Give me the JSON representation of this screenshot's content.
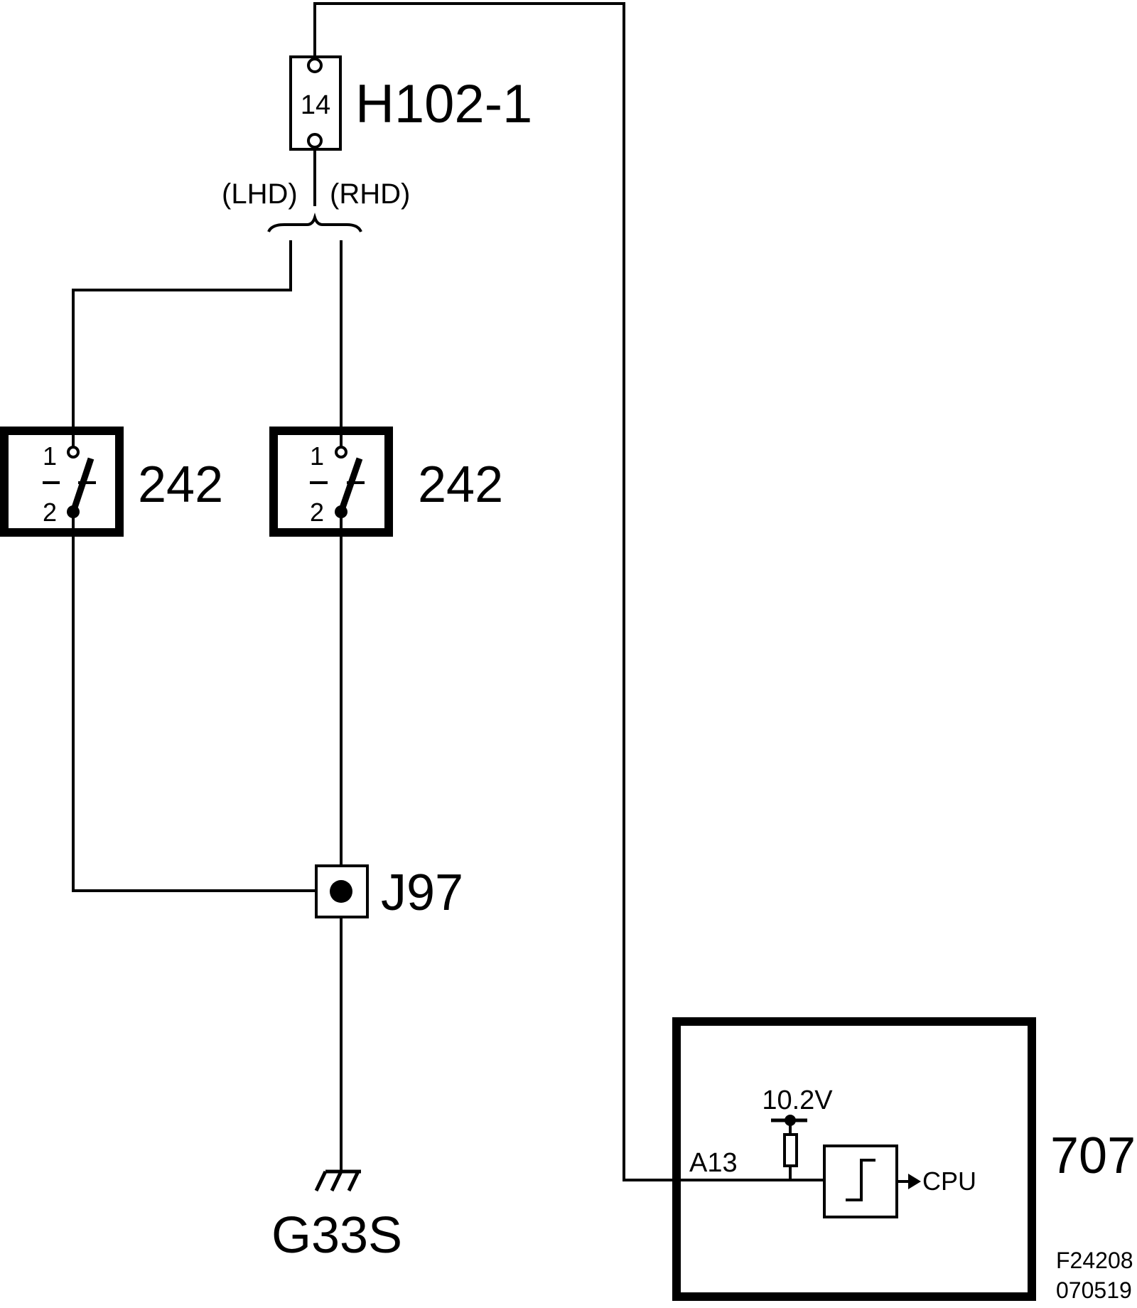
{
  "fuse": {
    "id": "H102-1",
    "number": "14"
  },
  "variants": {
    "lhd": "(LHD)",
    "rhd": "(RHD)"
  },
  "switches": [
    {
      "id": "242",
      "pin_top": "1",
      "pin_bottom": "2"
    },
    {
      "id": "242",
      "pin_top": "1",
      "pin_bottom": "2"
    }
  ],
  "junction": {
    "id": "J97"
  },
  "ground": {
    "id": "G33S"
  },
  "module": {
    "id": "707",
    "pin": "A13",
    "voltage": "10.2V",
    "output": "CPU"
  },
  "figure_code": {
    "line1": "F24208",
    "line2": "070519"
  }
}
